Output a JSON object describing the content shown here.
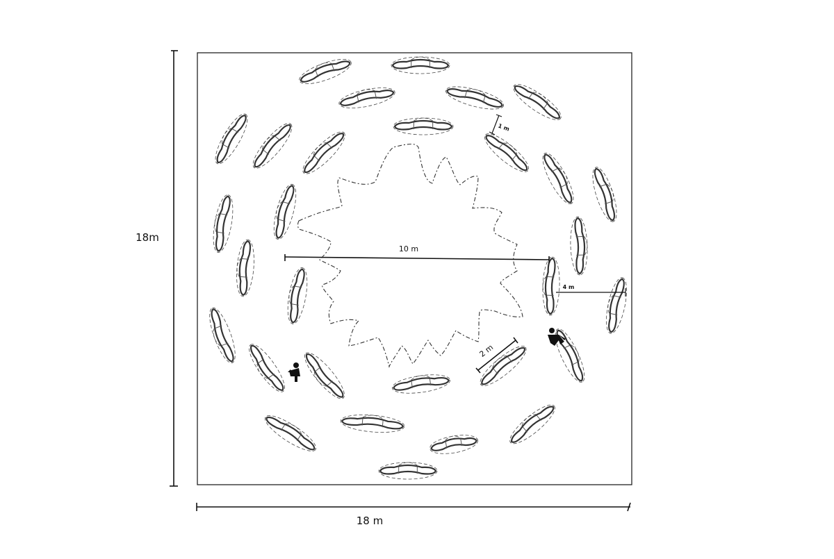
{
  "diagram": {
    "dimension_labels": {
      "height_18m": "18m",
      "width_18m": "18 m",
      "center_10m": "10 m",
      "gap_4m": "4 m",
      "bench_2m": "2 m",
      "spacing_1m": "1 m"
    },
    "colors": {
      "ink": "#111111",
      "bench_outline": "#333333",
      "background": "#ffffff"
    }
  }
}
